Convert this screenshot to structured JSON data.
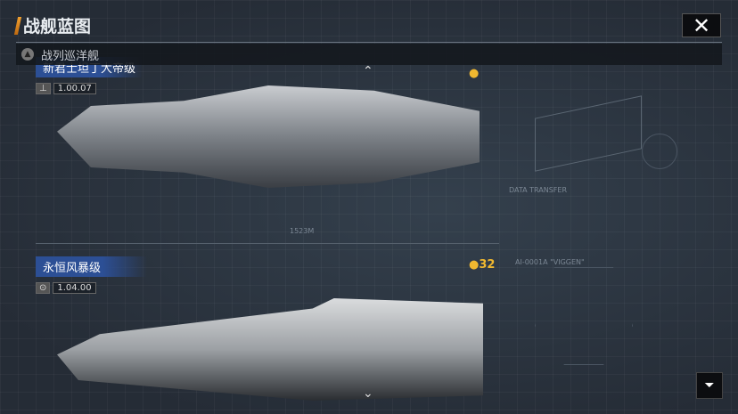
{
  "header": {
    "title": "战舰蓝图",
    "close_icon": "close-icon"
  },
  "category": {
    "label": "战列巡洋舰",
    "icon": "chevron-up-icon"
  },
  "ships": [
    {
      "name": "新君士坦丁大帝级",
      "version": "1.00.07",
      "cost": ""
    },
    {
      "name": "永恒风暴级",
      "version": "1.04.00",
      "cost": "32"
    }
  ],
  "blueprint": {
    "length_label": "1523M",
    "data_transfer": "DATA TRANSFER",
    "model": "AI-0001A \"VIGGEN\""
  },
  "colors": {
    "accent": "#f0a030",
    "name_bg": "#2c4f95",
    "cost": "#f0b830"
  }
}
